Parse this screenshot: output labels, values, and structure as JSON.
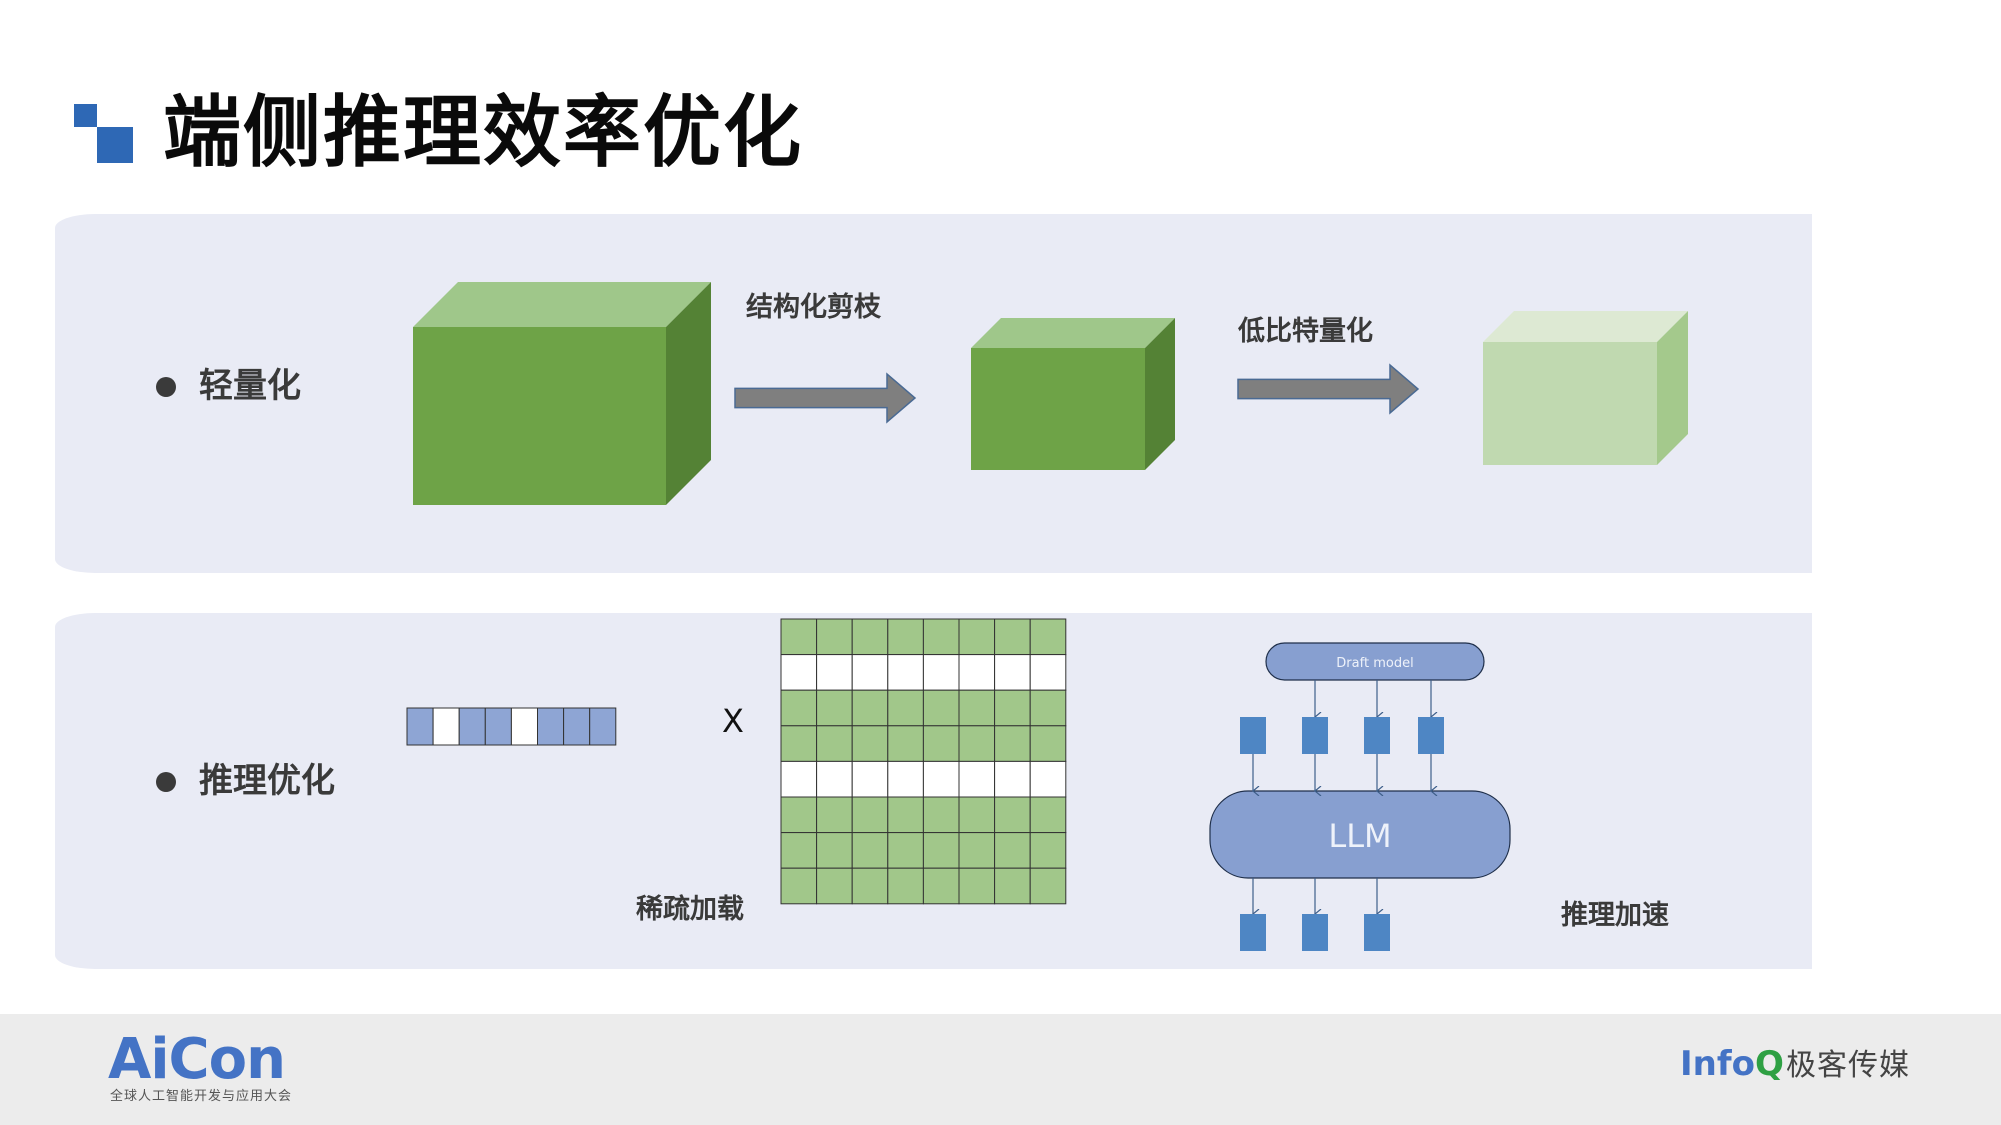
{
  "header": {
    "title": "端侧推理效率优化",
    "icon": "blue-squares-icon",
    "accent_color": "#2e68b5"
  },
  "sections": [
    {
      "label": "轻量化",
      "steps": [
        {
          "name": "original-model",
          "shade": "full",
          "colors": {
            "front": "#6ea347",
            "top": "#9fc78a",
            "side": "#548235"
          }
        },
        {
          "arrow_label": "结构化剪枝"
        },
        {
          "name": "pruned-model",
          "shade": "full",
          "colors": {
            "front": "#6ea347",
            "top": "#9fc78a",
            "side": "#548235"
          }
        },
        {
          "arrow_label": "低比特量化"
        },
        {
          "name": "quantized-model",
          "shade": "light",
          "colors": {
            "front": "#c0d9b0",
            "top": "#dde9d3",
            "side": "#a4c98c"
          }
        }
      ]
    },
    {
      "label": "推理优化",
      "sparse": {
        "caption": "稀疏加载",
        "multiply_sign": "X",
        "vector_cells": [
          1,
          0,
          1,
          1,
          0,
          1,
          1,
          1
        ],
        "matrix_rows": [
          1,
          0,
          1,
          1,
          0,
          1,
          1,
          1
        ],
        "matrix_cols": 8,
        "vector_color": "#8ea5d4",
        "matrix_color": "#a1c78a"
      },
      "speculative": {
        "caption": "推理加速",
        "draft_label": "Draft model",
        "llm_label": "LLM",
        "draft_tokens": 4,
        "output_tokens": 3,
        "token_color": "#4e86c4",
        "model_color": "#879fd0"
      }
    }
  ],
  "footer": {
    "left_logo": "AiCon",
    "left_subtitle": "全球人工智能开发与应用大会",
    "right_logo_a": "Info",
    "right_logo_b": "Q",
    "right_logo_cn": "极客传媒"
  }
}
